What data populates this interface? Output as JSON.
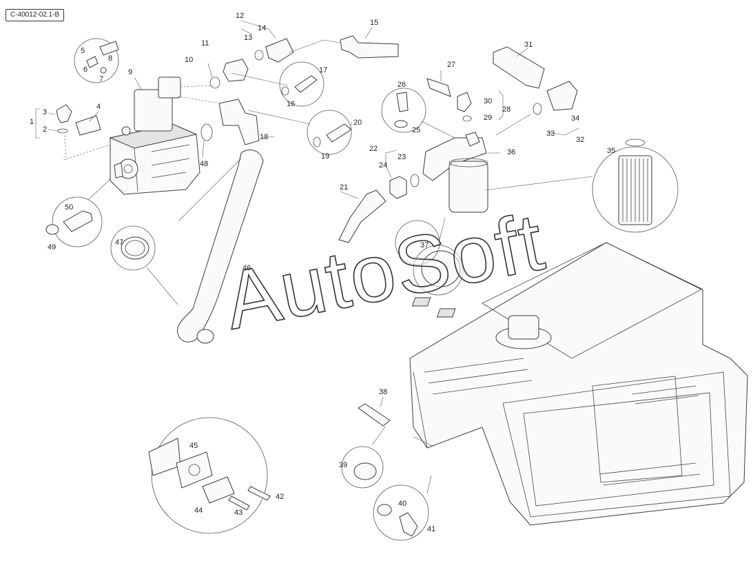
{
  "drawing_ref": "C-40012-02.1-B",
  "watermark": "AutoSoft",
  "callouts": [
    {
      "n": "1"
    },
    {
      "n": "2"
    },
    {
      "n": "3"
    },
    {
      "n": "4"
    },
    {
      "n": "5"
    },
    {
      "n": "6"
    },
    {
      "n": "7"
    },
    {
      "n": "8"
    },
    {
      "n": "9"
    },
    {
      "n": "10"
    },
    {
      "n": "11"
    },
    {
      "n": "12"
    },
    {
      "n": "13"
    },
    {
      "n": "14"
    },
    {
      "n": "15"
    },
    {
      "n": "16"
    },
    {
      "n": "17"
    },
    {
      "n": "18"
    },
    {
      "n": "19"
    },
    {
      "n": "20"
    },
    {
      "n": "21"
    },
    {
      "n": "22"
    },
    {
      "n": "23"
    },
    {
      "n": "24"
    },
    {
      "n": "25"
    },
    {
      "n": "26"
    },
    {
      "n": "27"
    },
    {
      "n": "28"
    },
    {
      "n": "29"
    },
    {
      "n": "30"
    },
    {
      "n": "31"
    },
    {
      "n": "32"
    },
    {
      "n": "33"
    },
    {
      "n": "34"
    },
    {
      "n": "35"
    },
    {
      "n": "36"
    },
    {
      "n": "37"
    },
    {
      "n": "38"
    },
    {
      "n": "39"
    },
    {
      "n": "40"
    },
    {
      "n": "41"
    },
    {
      "n": "42"
    },
    {
      "n": "43"
    },
    {
      "n": "44"
    },
    {
      "n": "45"
    },
    {
      "n": "46"
    },
    {
      "n": "47"
    },
    {
      "n": "48"
    },
    {
      "n": "49"
    },
    {
      "n": "50"
    }
  ]
}
